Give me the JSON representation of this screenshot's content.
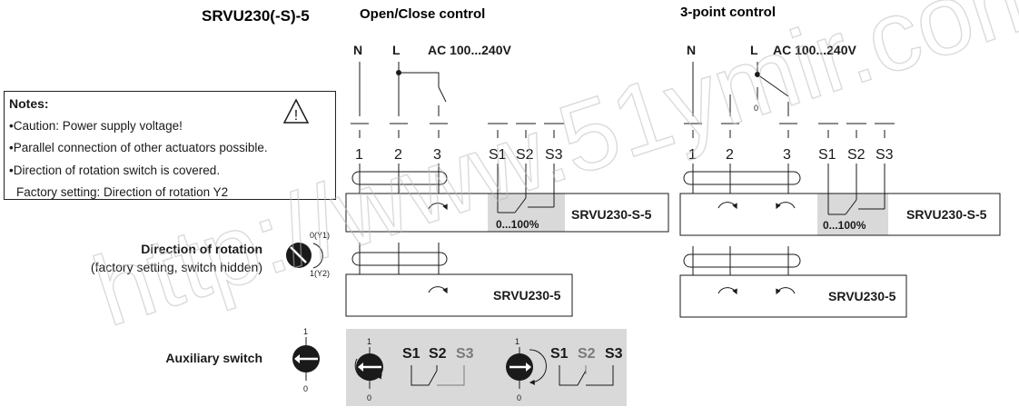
{
  "header": {
    "model": "SRVU230(-S)-5",
    "left_title": "Open/Close control",
    "right_title": "3-point control"
  },
  "notes": {
    "title": "Notes:",
    "lines": [
      "•Caution: Power supply voltage!",
      "•Parallel connection of other actuators possible.",
      "•Direction of rotation switch is covered.",
      "Factory setting: Direction of rotation Y2"
    ],
    "warning_icon": "warning-triangle-icon"
  },
  "supply": {
    "n_label": "N",
    "l_label": "L",
    "voltage": "AC 100...240V",
    "switch_zero": "0"
  },
  "terminals": {
    "t1": "1",
    "t2": "2",
    "t3": "3",
    "s1": "S1",
    "s2": "S2",
    "s3": "S3"
  },
  "actuators": {
    "with_switch": "SRVU230-S-5",
    "basic": "SRVU230-5",
    "position_range": "0...100%"
  },
  "rotation": {
    "title": "Direction of rotation",
    "subtitle": "(factory setting, switch hidden)",
    "y1": "0(Y1)",
    "y2": "1(Y2)"
  },
  "aux": {
    "title": "Auxiliary switch",
    "one": "1",
    "zero": "0"
  },
  "colors": {
    "line": "#1a1a1a",
    "panel": "#d9d9d9",
    "dim_text": "#7a7a7a"
  },
  "watermark": "http://www.51ymir.com"
}
